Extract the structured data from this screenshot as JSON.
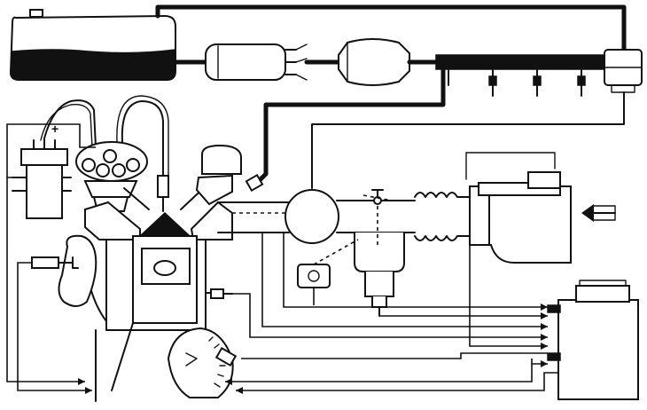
{
  "diagram": {
    "coil_polarity": "+",
    "components": [
      "fuel-tank",
      "fuel-pump",
      "fuel-filter",
      "fuel-rail",
      "fuel-pressure-regulator",
      "ignition-coil",
      "distributor",
      "engine-cylinder",
      "cold-start-injector",
      "throttle-body",
      "throttle-switch",
      "auxiliary-air-valve",
      "airflow-meter",
      "temperature-sensor",
      "oxygen-sensor",
      "crankshaft-sensor",
      "electronic-control-unit"
    ],
    "air_inlet_direction": "left"
  }
}
